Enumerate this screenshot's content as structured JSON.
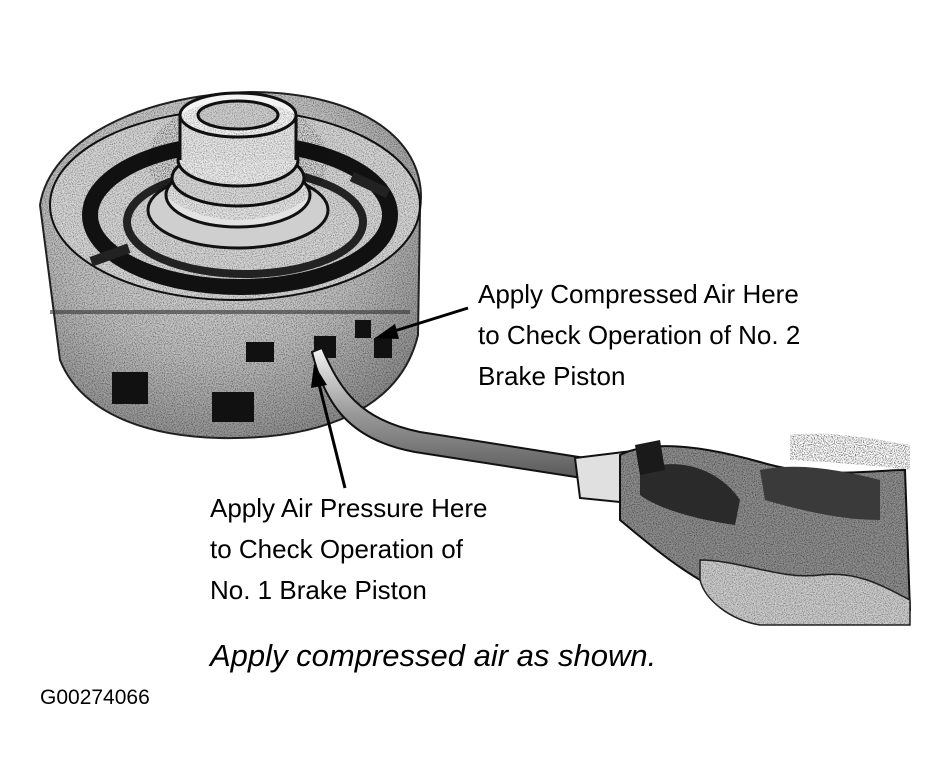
{
  "callouts": {
    "no2_piston": {
      "lines": [
        "Apply Compressed Air Here",
        "to Check Operation of No. 2",
        "Brake Piston"
      ]
    },
    "no1_piston": {
      "lines": [
        "Apply Air Pressure Here",
        "to Check Operation of",
        "No. 1 Brake Piston"
      ]
    }
  },
  "caption": "Apply compressed air as shown.",
  "figure_id": "G00274066",
  "illustration": {
    "subject": "transmission-brake-drum-assembly",
    "tool": "compressed-air-nozzle"
  }
}
